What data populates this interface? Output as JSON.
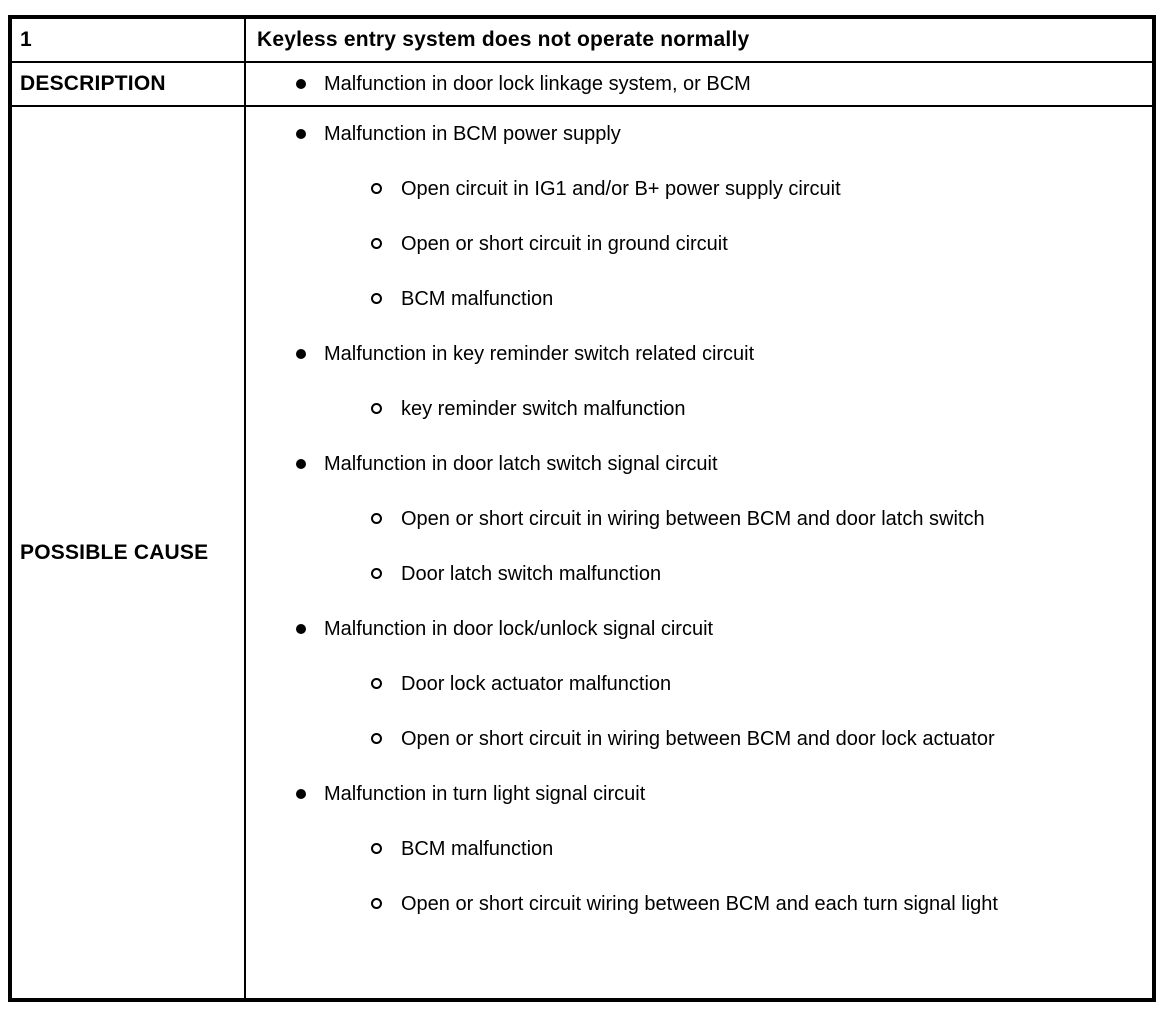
{
  "colors": {
    "border": "#000000",
    "text": "#000000",
    "background": "#ffffff"
  },
  "header": {
    "index": "1",
    "title": "Keyless entry system does not operate normally"
  },
  "description": {
    "label": "DESCRIPTION",
    "items": [
      {
        "level": 1,
        "bullet": "filled-bullet-icon",
        "text": "Malfunction in door lock linkage system, or BCM"
      }
    ]
  },
  "possible_cause": {
    "label": "POSSIBLE CAUSE",
    "items": [
      {
        "level": 1,
        "bullet": "filled-bullet-icon",
        "text": "Malfunction in BCM power supply"
      },
      {
        "level": 2,
        "bullet": "open-bullet-icon",
        "text": "Open circuit in IG1 and/or B+ power supply circuit"
      },
      {
        "level": 2,
        "bullet": "open-bullet-icon",
        "text": "Open or short circuit in ground circuit"
      },
      {
        "level": 2,
        "bullet": "open-bullet-icon",
        "text": "BCM malfunction"
      },
      {
        "level": 1,
        "bullet": "filled-bullet-icon",
        "text": "Malfunction in key reminder switch related circuit"
      },
      {
        "level": 2,
        "bullet": "open-bullet-icon",
        "text": "key reminder switch malfunction"
      },
      {
        "level": 1,
        "bullet": "filled-bullet-icon",
        "text": "Malfunction in door latch switch signal circuit"
      },
      {
        "level": 2,
        "bullet": "open-bullet-icon",
        "text": "Open or short circuit in wiring between BCM and door latch switch"
      },
      {
        "level": 2,
        "bullet": "open-bullet-icon",
        "text": "Door latch switch malfunction"
      },
      {
        "level": 1,
        "bullet": "filled-bullet-icon",
        "text": "Malfunction in door lock/unlock signal circuit"
      },
      {
        "level": 2,
        "bullet": "open-bullet-icon",
        "text": "Door lock actuator malfunction"
      },
      {
        "level": 2,
        "bullet": "open-bullet-icon",
        "text": "Open or short circuit in wiring between BCM and door lock actuator"
      },
      {
        "level": 1,
        "bullet": "filled-bullet-icon",
        "text": "Malfunction in turn light signal circuit"
      },
      {
        "level": 2,
        "bullet": "open-bullet-icon",
        "text": "BCM malfunction"
      },
      {
        "level": 2,
        "bullet": "open-bullet-icon",
        "text": "Open or short circuit wiring between BCM and each turn signal light"
      }
    ]
  }
}
